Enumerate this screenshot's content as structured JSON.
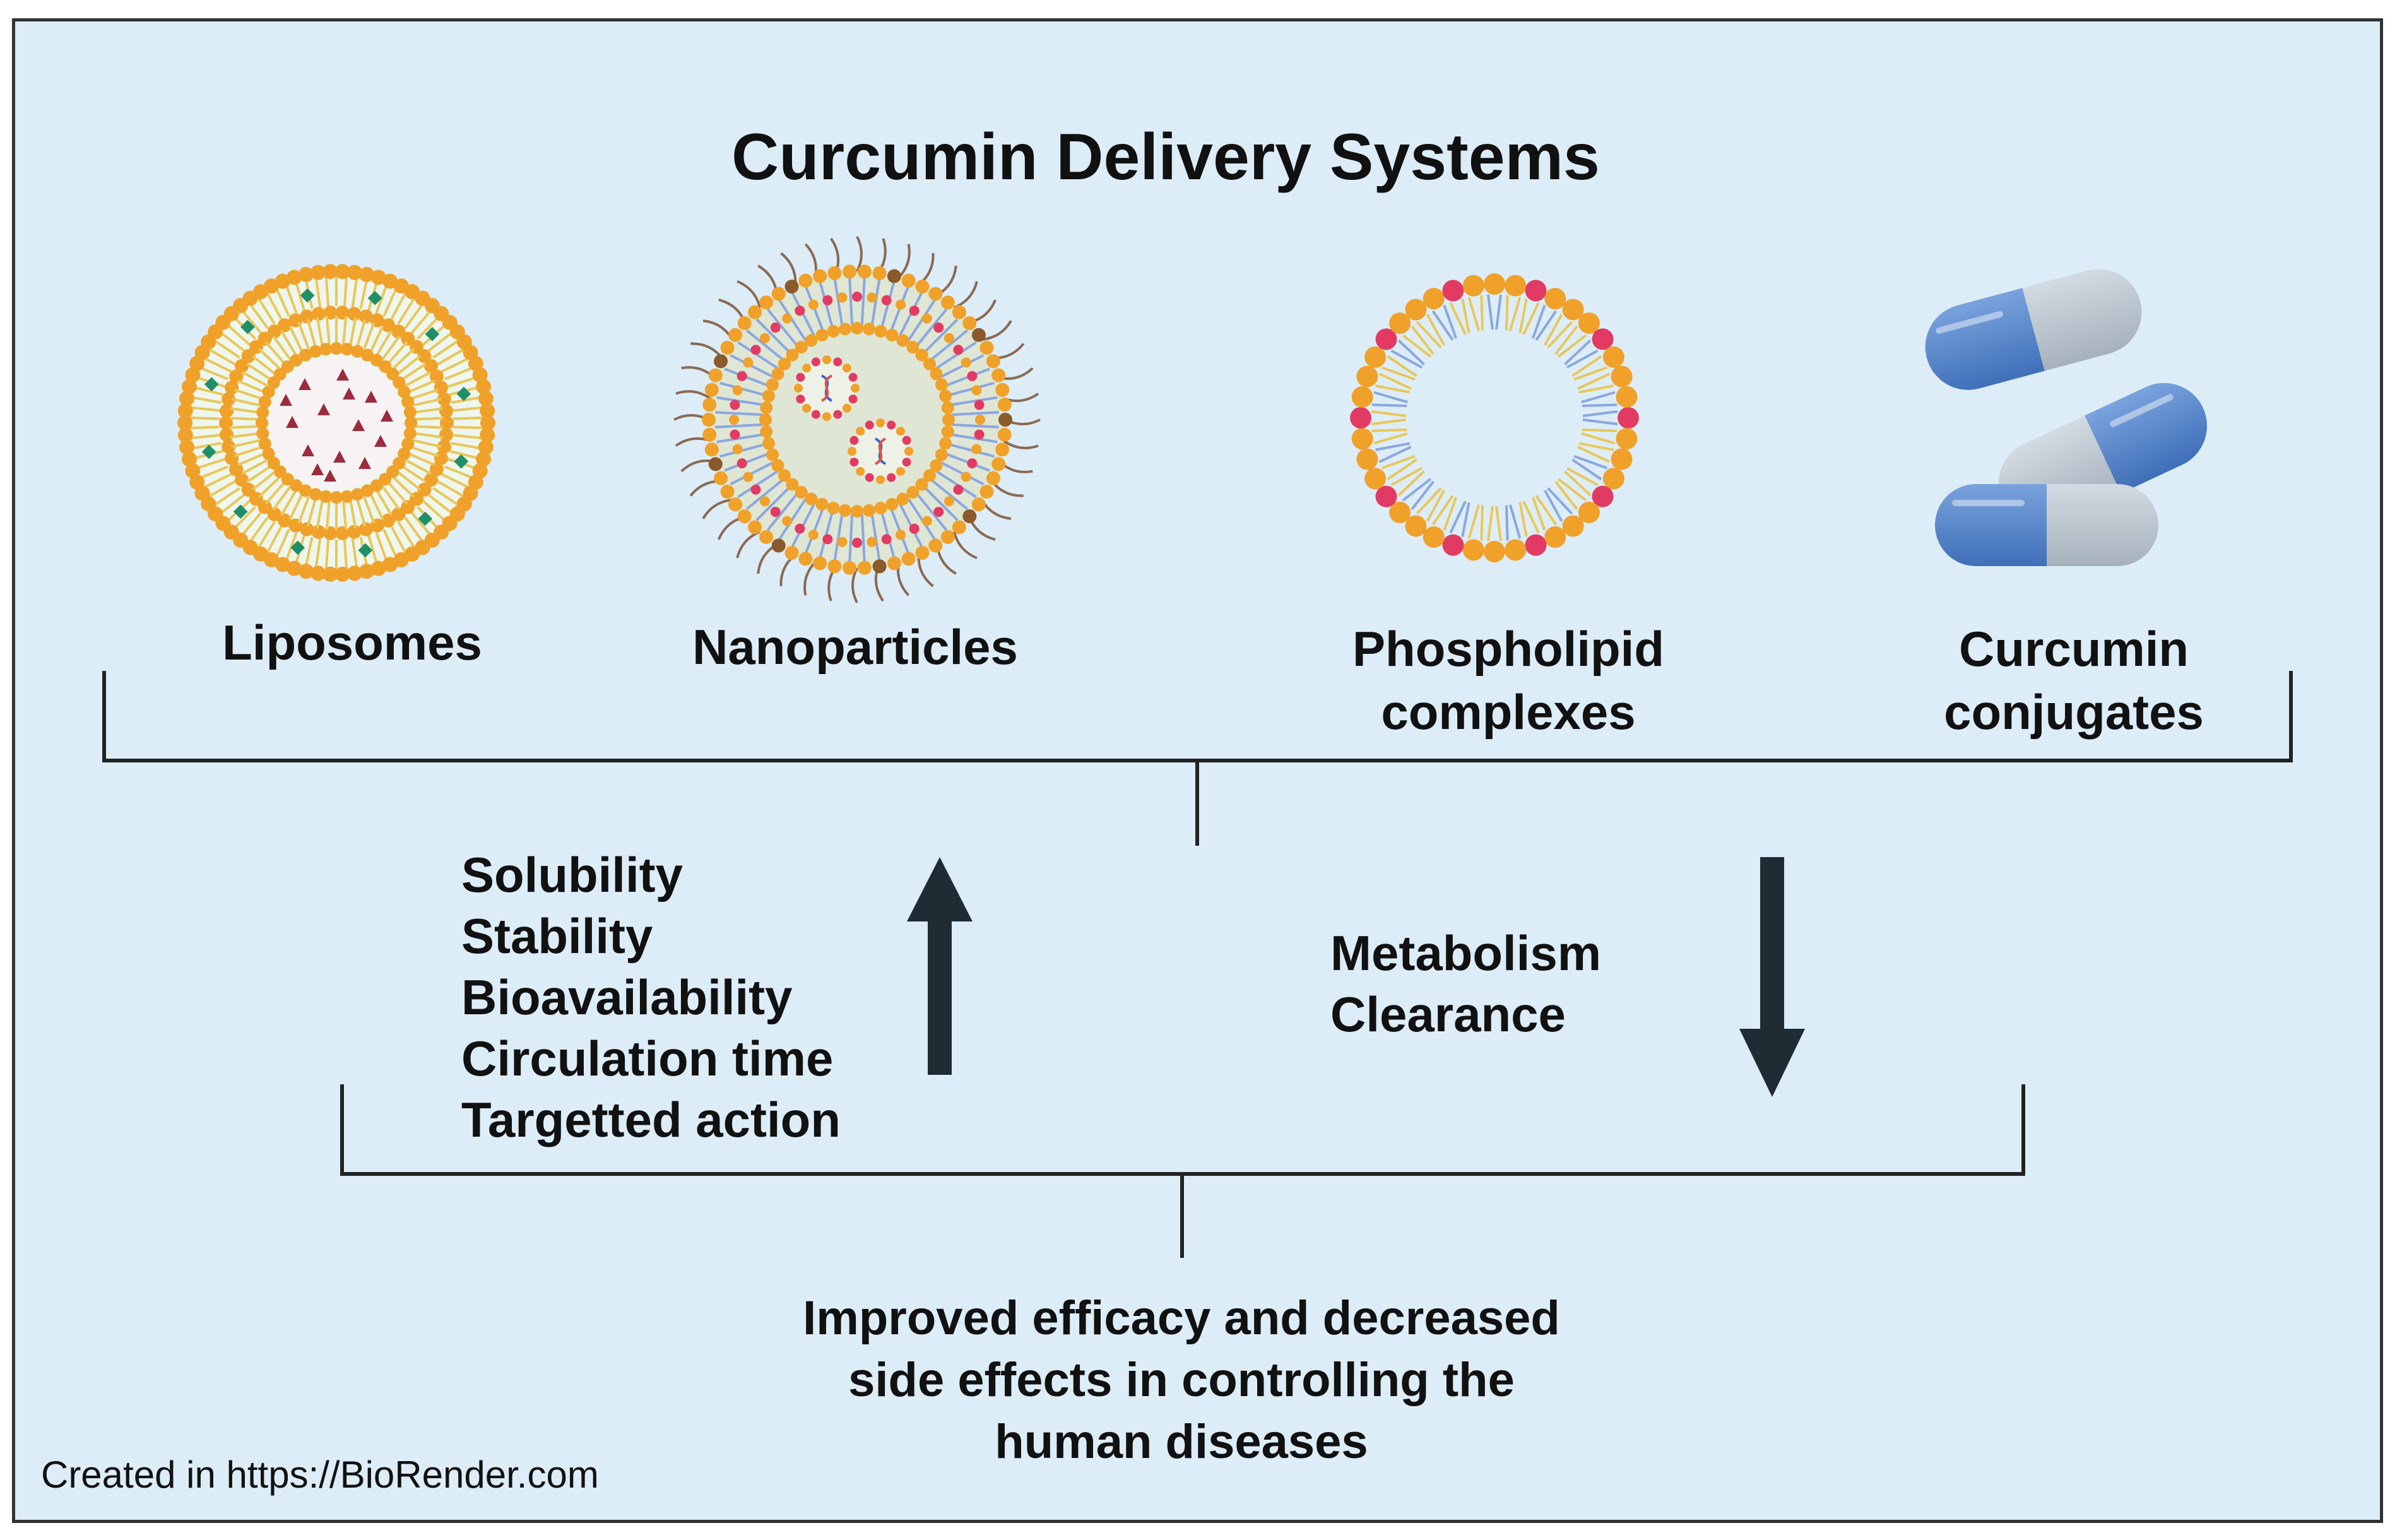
{
  "title": "Curcumin Delivery Systems",
  "systems": [
    {
      "label_lines": [
        "Liposomes"
      ],
      "icon": "liposome-icon"
    },
    {
      "label_lines": [
        "Nanoparticles"
      ],
      "icon": "nanoparticle-icon"
    },
    {
      "label_lines": [
        "Phospholipid",
        "complexes"
      ],
      "icon": "phospholipid-complex-icon"
    },
    {
      "label_lines": [
        "Curcumin",
        "conjugates"
      ],
      "icon": "capsules-icon"
    }
  ],
  "increases": [
    "Solubility",
    "Stability",
    "Bioavailability",
    "Circulation time",
    "Targetted action"
  ],
  "decreases": [
    "Metabolism",
    "Clearance"
  ],
  "outcome_lines": [
    "Improved efficacy and decreased",
    "side effects in controlling the",
    "human diseases"
  ],
  "credit": "Created in  https://BioRender.com",
  "colors": {
    "background": "#ddedf7",
    "lipid_orange": "#f0a12a",
    "lipid_pink": "#e23b63",
    "tail_yellow": "#e8c75a",
    "tail_blue": "#8aa7e0",
    "capsule_blue": "#4d7ec7",
    "capsule_grey": "#b8c3cd",
    "arrow_dark": "#1f2c33"
  }
}
